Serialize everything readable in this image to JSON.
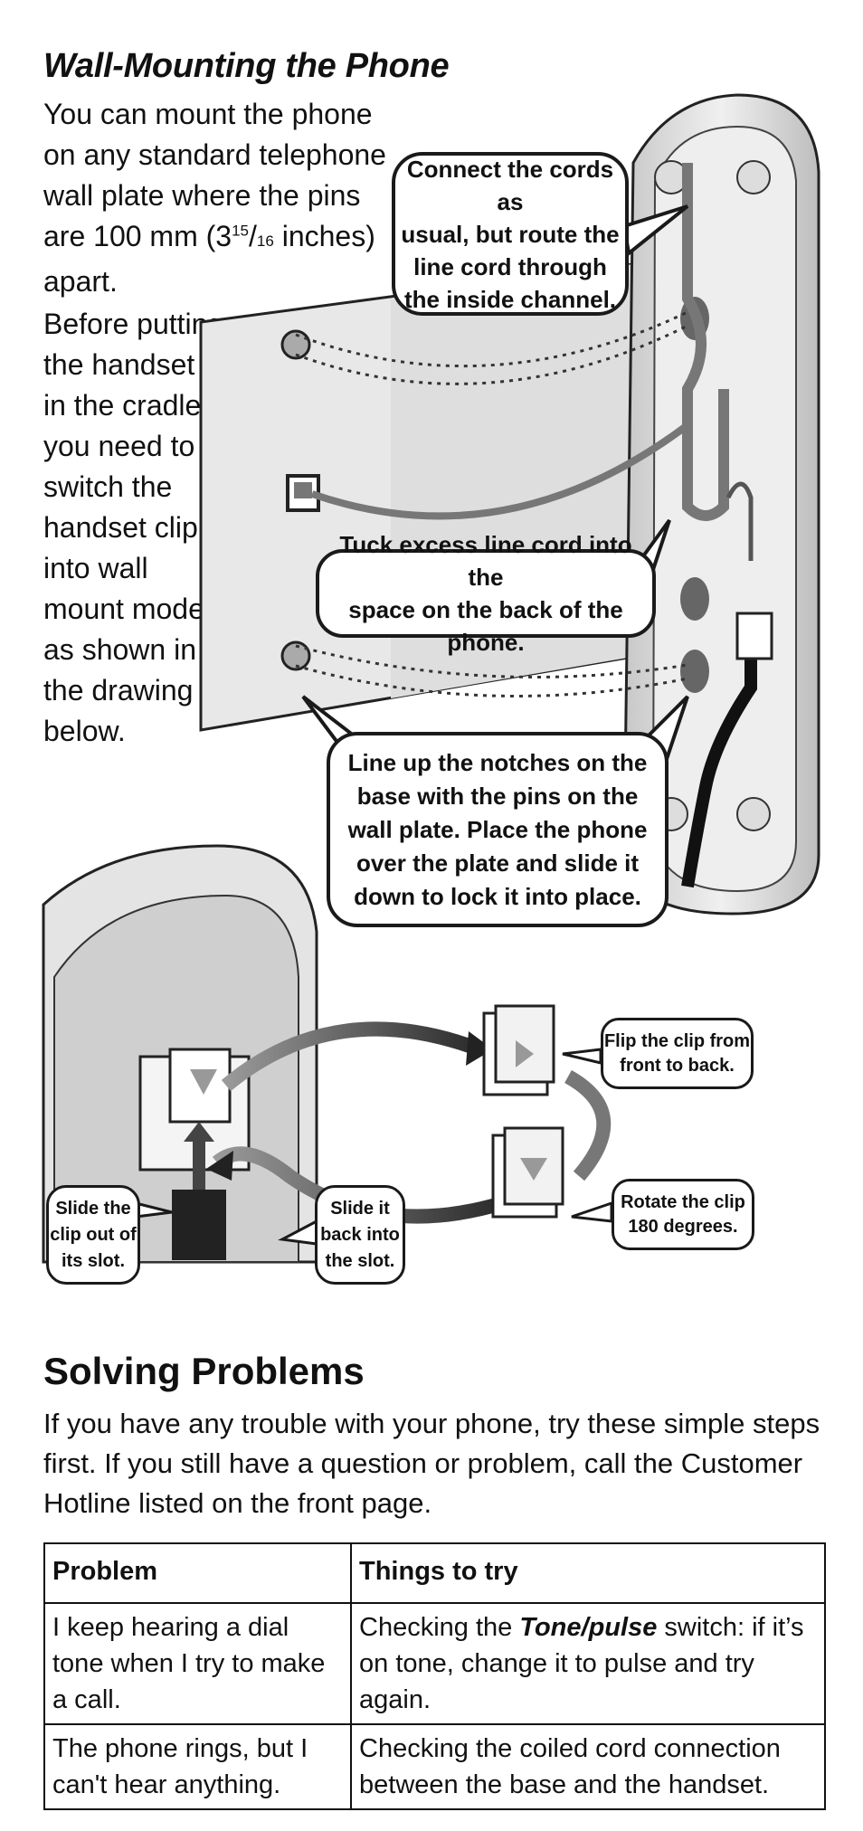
{
  "heading": "Wall-Mounting the Phone",
  "intro": {
    "line1": "You can mount the phone on any standard telephone wall plate where the pins are 100 mm (3",
    "frac_num": "15",
    "frac_sep": "/",
    "frac_den": "16",
    "line1_end": " inches) apart.",
    "paragraph2": "Before putting the handset in the cradle, you need to switch the handset clip into wall mount mode as shown in the drawing below."
  },
  "callouts": {
    "connect": "Connect the cords as\nusual, but route the\nline cord through\nthe inside channel.",
    "tuck": "Tuck excess line cord into the\nspace on the back of the phone.",
    "line_up": "Line up the notches on the\nbase with the pins on the\nwall plate. Place the phone\nover the plate and slide it\ndown to lock it into place.",
    "flip": "Flip the clip from\nfront to back.",
    "rotate": "Rotate the clip\n180 degrees.",
    "slide_out": "Slide the\nclip out of\nits slot.",
    "slide_in": "Slide it\nback into\nthe slot."
  },
  "solving": {
    "heading": "Solving Problems",
    "intro": "If you have any trouble with your phone, try these simple steps first. If you still have a question or problem, call the Customer Hotline listed on the front page."
  },
  "table": {
    "headers": [
      "Problem",
      "Things to try"
    ],
    "rows": [
      {
        "problem": "I keep hearing a dial tone when I try to make a call.",
        "fix_pre": "Checking the ",
        "fix_em": "Tone/pulse",
        "fix_post": " switch:  if it’s on tone,  change it to pulse and try again."
      },
      {
        "problem": "The phone rings, but I can't hear anything.",
        "fix_pre": "Checking the coiled cord connection between the base and the handset.",
        "fix_em": "",
        "fix_post": ""
      }
    ]
  }
}
